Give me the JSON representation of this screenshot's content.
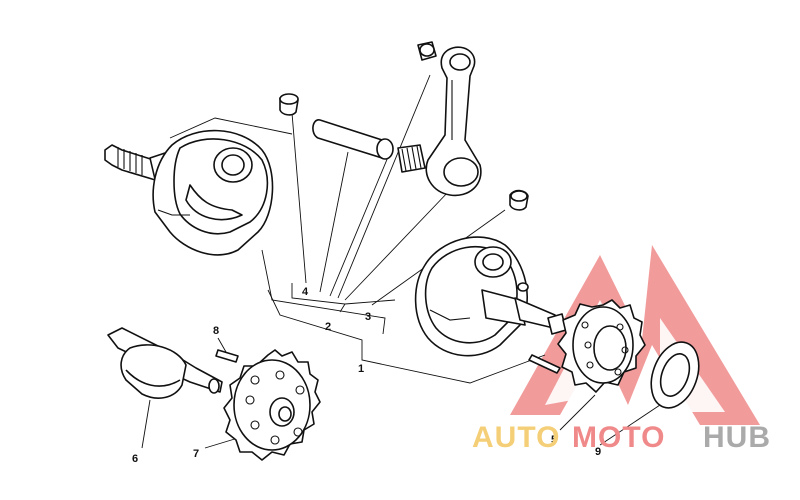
{
  "callouts": [
    {
      "id": "c1",
      "label": "1"
    },
    {
      "id": "c2",
      "label": "2"
    },
    {
      "id": "c3",
      "label": "3"
    },
    {
      "id": "c4",
      "label": "4"
    },
    {
      "id": "c5",
      "label": "5"
    },
    {
      "id": "c6",
      "label": "6"
    },
    {
      "id": "c7",
      "label": "7"
    },
    {
      "id": "c8",
      "label": "8"
    },
    {
      "id": "c9",
      "label": "9"
    }
  ],
  "watermark": {
    "word_1": "AUTO",
    "word_2": "MOTO",
    "word_3": "HUB",
    "colors": {
      "triangle": "#f08a8a",
      "word_1": "#f5cf78",
      "word_2": "#f08a8a",
      "word_3": "#aaaaaa"
    }
  }
}
